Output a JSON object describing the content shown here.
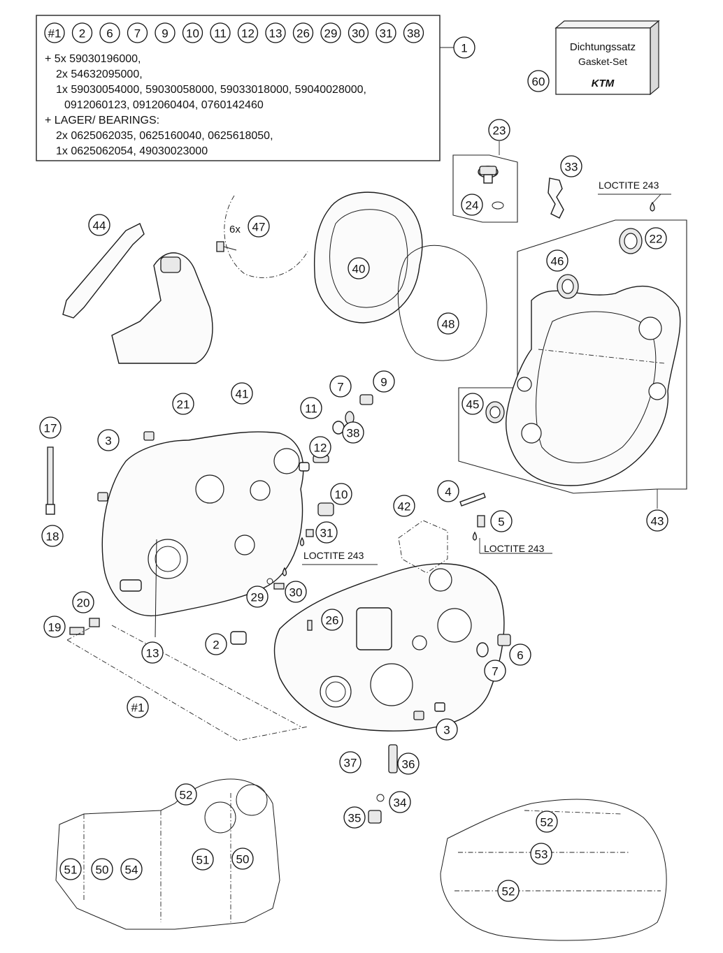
{
  "parts_box": {
    "refs": [
      "#1",
      "2",
      "6",
      "7",
      "9",
      "10",
      "11",
      "12",
      "13",
      "26",
      "29",
      "30",
      "31",
      "38"
    ],
    "lines": [
      "+ 5x 59030196000,",
      "2x 54632095000,",
      "1x 59030054000, 59030058000, 59033018000, 59040028000,",
      "0912060123, 0912060404, 0760142460",
      "+ LAGER/ BEARINGS:",
      "2x 0625062035, 0625160040, 0625618050,",
      "1x 0625062054, 49030023000"
    ],
    "callout": "1"
  },
  "gasket_set": {
    "line1": "Dichtungssatz",
    "line2": "Gasket-Set",
    "brand": "KTM",
    "callout": "60"
  },
  "loctite": {
    "top": "LOCTITE 243",
    "middle": "LOCTITE 243",
    "right": "LOCTITE 243"
  },
  "qty_47": "6x",
  "callouts": {
    "c23": "23",
    "c24": "24",
    "c33": "33",
    "c22": "22",
    "c44": "44",
    "c47": "47",
    "c40": "40",
    "c48": "48",
    "c46": "46",
    "c45": "45",
    "c43": "43",
    "c21": "21",
    "c41": "41",
    "c11": "11",
    "c7a": "7",
    "c9": "9",
    "c12": "12",
    "c38": "38",
    "c17": "17",
    "c3a": "3",
    "c18": "18",
    "c10": "10",
    "c4": "4",
    "c5": "5",
    "c42": "42",
    "c31": "31",
    "c29": "29",
    "c30": "30",
    "c20": "20",
    "c19": "19",
    "c13": "13",
    "c2": "2",
    "c26": "26",
    "c6": "6",
    "c7b": "7",
    "c1h": "#1",
    "c3b": "3",
    "c37": "37",
    "c36": "36",
    "c34": "34",
    "c35": "35",
    "c52a": "52",
    "c51a": "51",
    "c50a": "50",
    "c54": "54",
    "c51b": "51",
    "c50b": "50",
    "c52b": "52",
    "c53": "53",
    "c52c": "52"
  }
}
